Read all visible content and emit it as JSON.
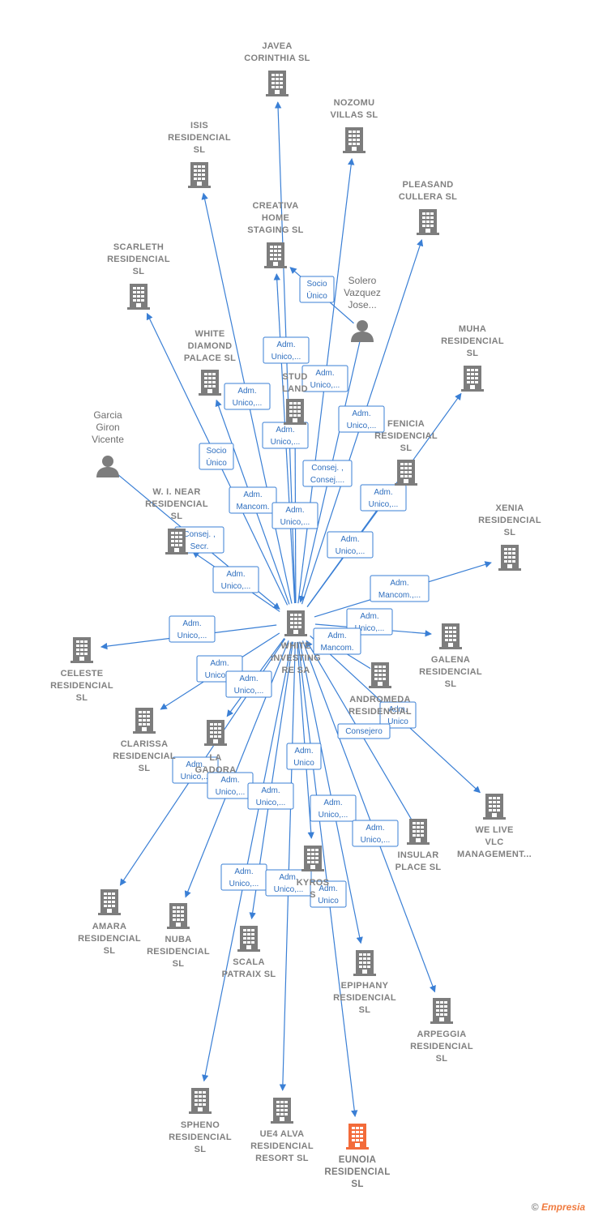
{
  "colors": {
    "edge": "#3a7fd5",
    "building": "#7d7d7d",
    "highlight": "#f36b3a",
    "person": "#7d7d7d"
  },
  "center": {
    "id": "white",
    "label": [
      "WHITE",
      "INVESTING",
      "RE SA"
    ]
  },
  "nodes": [
    {
      "id": "javea",
      "label": [
        "JAVEA",
        "CORINTHIA  SL"
      ],
      "icon": "building-icon"
    },
    {
      "id": "nozomu",
      "label": [
        "NOZOMU",
        "VILLAS  SL"
      ],
      "icon": "building-icon"
    },
    {
      "id": "isis",
      "label": [
        "ISIS",
        "RESIDENCIAL",
        "SL"
      ],
      "icon": "building-icon"
    },
    {
      "id": "pleasand",
      "label": [
        "PLEASAND",
        "CULLERA  SL"
      ],
      "icon": "building-icon"
    },
    {
      "id": "creativa",
      "label": [
        "CREATIVA",
        "HOME",
        "STAGING  SL"
      ],
      "icon": "building-icon"
    },
    {
      "id": "scarleth",
      "label": [
        "SCARLETH",
        "RESIDENCIAL",
        "SL"
      ],
      "icon": "building-icon"
    },
    {
      "id": "solero",
      "label": [
        "Solero",
        "Vazquez",
        "Jose..."
      ],
      "icon": "person-icon"
    },
    {
      "id": "muha",
      "label": [
        "MUHA",
        "RESIDENCIAL",
        "SL"
      ],
      "icon": "building-icon"
    },
    {
      "id": "whitediamond",
      "label": [
        "WHITE",
        "DIAMOND",
        "PALACE  SL"
      ],
      "icon": "building-icon"
    },
    {
      "id": "studland",
      "label": [
        "STUD",
        "LAND"
      ],
      "icon": "building-icon"
    },
    {
      "id": "garcia",
      "label": [
        "Garcia",
        "Giron",
        "Vicente"
      ],
      "icon": "person-icon"
    },
    {
      "id": "fenicia",
      "label": [
        "FENICIA",
        "RESIDENCIAL",
        "SL"
      ],
      "icon": "building-icon"
    },
    {
      "id": "wnear",
      "label": [
        "W.  I. NEAR",
        "RESIDENCIAL",
        "SL"
      ],
      "icon": "building-icon"
    },
    {
      "id": "xenia",
      "label": [
        "XENIA",
        "RESIDENCIAL",
        "SL"
      ],
      "icon": "building-icon"
    },
    {
      "id": "celeste",
      "label": [
        "CELESTE",
        "RESIDENCIAL",
        "SL"
      ],
      "icon": "building-icon"
    },
    {
      "id": "galena",
      "label": [
        "GALENA",
        "RESIDENCIAL",
        "SL"
      ],
      "icon": "building-icon"
    },
    {
      "id": "andromeda",
      "label": [
        "ANDROMEDA",
        "RESIDENCIAL"
      ],
      "icon": "building-icon"
    },
    {
      "id": "clarissa",
      "label": [
        "CLARISSA",
        "RESIDENCIAL",
        "SL"
      ],
      "icon": "building-icon"
    },
    {
      "id": "lagadora",
      "label": [
        "LA",
        "GADORA"
      ],
      "icon": "building-icon"
    },
    {
      "id": "welive",
      "label": [
        "WE LIVE",
        "VLC",
        "MANAGEMENT..."
      ],
      "icon": "building-icon"
    },
    {
      "id": "insular",
      "label": [
        "INSULAR",
        "PLACE  SL"
      ],
      "icon": "building-icon"
    },
    {
      "id": "kyros",
      "label": [
        "KYROS",
        "S"
      ],
      "icon": "building-icon"
    },
    {
      "id": "amara",
      "label": [
        "AMARA",
        "RESIDENCIAL",
        "SL"
      ],
      "icon": "building-icon"
    },
    {
      "id": "nuba",
      "label": [
        "NUBA",
        "RESIDENCIAL",
        "SL"
      ],
      "icon": "building-icon"
    },
    {
      "id": "scala",
      "label": [
        "SCALA",
        "PATRAIX  SL"
      ],
      "icon": "building-icon"
    },
    {
      "id": "epiphany",
      "label": [
        "EPIPHANY",
        "RESIDENCIAL",
        "SL"
      ],
      "icon": "building-icon"
    },
    {
      "id": "arpeggia",
      "label": [
        "ARPEGGIA",
        "RESIDENCIAL",
        "SL"
      ],
      "icon": "building-icon"
    },
    {
      "id": "spheno",
      "label": [
        "SPHENO",
        "RESIDENCIAL",
        "SL"
      ],
      "icon": "building-icon"
    },
    {
      "id": "ue4",
      "label": [
        "UE4 ALVA",
        "RESIDENCIAL",
        "RESORT  SL"
      ],
      "icon": "building-icon"
    },
    {
      "id": "eunoia",
      "label": [
        "EUNOIA",
        "RESIDENCIAL",
        "SL"
      ],
      "icon": "building-icon",
      "highlight": true
    }
  ],
  "edge_labels": [
    {
      "id": "l-socio1",
      "text": [
        "Socio",
        "Único"
      ]
    },
    {
      "id": "l-javea",
      "text": [
        "Adm.",
        "Unico,..."
      ]
    },
    {
      "id": "l-nozomu",
      "text": [
        "Adm.",
        "Unico,..."
      ]
    },
    {
      "id": "l-whited",
      "text": [
        "Adm.",
        "Unico,..."
      ]
    },
    {
      "id": "l-pleasand",
      "text": [
        "Adm.",
        "Unico,..."
      ]
    },
    {
      "id": "l-studland",
      "text": [
        "Adm.",
        "Unico,..."
      ]
    },
    {
      "id": "l-socio2",
      "text": [
        "Socio",
        "Único"
      ]
    },
    {
      "id": "l-consej1",
      "text": [
        "Consej. ,",
        "Consej...."
      ]
    },
    {
      "id": "l-mancom1",
      "text": [
        "Adm.",
        "Mancom."
      ]
    },
    {
      "id": "l-fenicia",
      "text": [
        "Adm.",
        "Unico,..."
      ]
    },
    {
      "id": "l-creativa",
      "text": [
        "Adm.",
        "Unico,..."
      ]
    },
    {
      "id": "l-consej2",
      "text": [
        "Consej. ,",
        "Secr."
      ]
    },
    {
      "id": "l-muha",
      "text": [
        "Adm.",
        "Unico,..."
      ]
    },
    {
      "id": "l-wnear",
      "text": [
        "Adm.",
        "Unico,..."
      ]
    },
    {
      "id": "l-xenia",
      "text": [
        "Adm.",
        "Mancom.,..."
      ]
    },
    {
      "id": "l-celeste",
      "text": [
        "Adm.",
        "Unico,..."
      ]
    },
    {
      "id": "l-galena",
      "text": [
        "Adm.",
        "Unico,..."
      ]
    },
    {
      "id": "l-mancom2",
      "text": [
        "Adm.",
        "Mancom."
      ]
    },
    {
      "id": "l-clarissa",
      "text": [
        "Adm.",
        "Unico,..."
      ]
    },
    {
      "id": "l-lagadora",
      "text": [
        "Adm.",
        "Unico,..."
      ]
    },
    {
      "id": "l-andromeda",
      "text": [
        "Adm.",
        "Unico"
      ]
    },
    {
      "id": "l-consejero",
      "text": [
        "Consejero"
      ]
    },
    {
      "id": "l-amara",
      "text": [
        "Adm.",
        "Unico,..."
      ]
    },
    {
      "id": "l-nuba",
      "text": [
        "Adm.",
        "Unico,..."
      ]
    },
    {
      "id": "l-kyros",
      "text": [
        "Adm.",
        "Unico"
      ]
    },
    {
      "id": "l-scala",
      "text": [
        "Adm.",
        "Unico,..."
      ]
    },
    {
      "id": "l-epiphany",
      "text": [
        "Adm.",
        "Unico,..."
      ]
    },
    {
      "id": "l-insular",
      "text": [
        "Adm.",
        "Unico,..."
      ]
    },
    {
      "id": "l-spheno",
      "text": [
        "Adm.",
        "Unico,..."
      ]
    },
    {
      "id": "l-ue4",
      "text": [
        "Adm.",
        "Unico,..."
      ]
    },
    {
      "id": "l-eunoia",
      "text": [
        "Adm.",
        "Unico"
      ]
    }
  ],
  "footer": {
    "copyright": "©",
    "brand": "Empresia"
  }
}
